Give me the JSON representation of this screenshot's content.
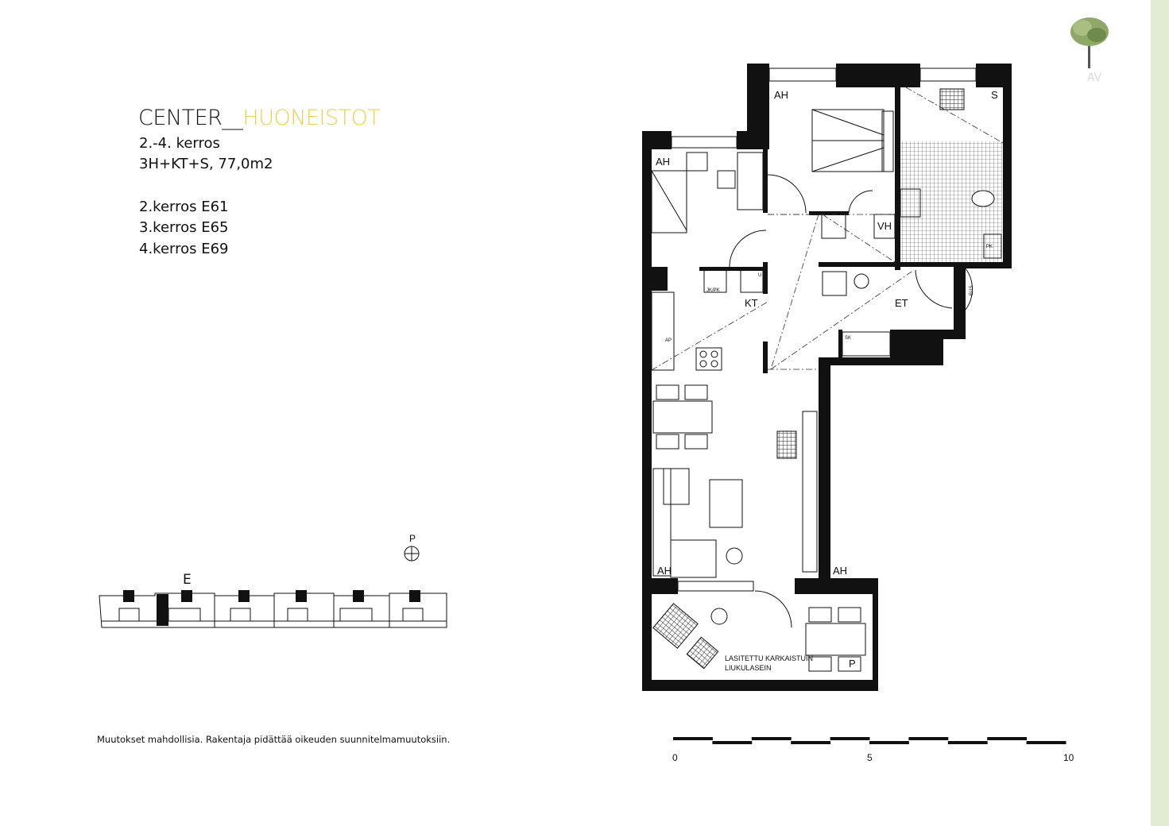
{
  "header": {
    "title_part1": "CENTER__",
    "title_part2": "HUONEISTOT",
    "floors": "2.-4.  kerros",
    "type_area": "3H+KT+S,  77,0m2",
    "apartments": [
      "2.kerros  E61",
      "3.kerros  E65",
      "4.kerros  E69"
    ]
  },
  "logo": {
    "text": "AV",
    "icon": "tree-icon"
  },
  "disclaimer": "Muutokset mahdollisia. Rakentaja pidättää oikeuden suunnitelmamuutoksiin.",
  "site_plan": {
    "stair_label": "E",
    "north_label": "P"
  },
  "floor_plan": {
    "rooms": {
      "bedroom_master": "AH",
      "bathroom": "S",
      "bedroom_small": "AH",
      "wardrobe": "VH",
      "kitchen": "KT",
      "hall": "ET",
      "living": "AH",
      "living_right": "AH"
    },
    "small_labels": {
      "jkpk": "JK/PK",
      "u": "U",
      "ap": "AP",
      "sk": "SK",
      "ei15": "EI15",
      "pk": "PK"
    },
    "balcony_note": [
      "LASITETTU KARKAISTUIN",
      "LIUKULASEIN"
    ],
    "balcony_label": "P"
  },
  "scale_bar": {
    "labels": [
      "0",
      "5",
      "10"
    ],
    "unit_max": 10
  },
  "colors": {
    "accent": "#e8d44d",
    "strip": "#e2ecd3"
  }
}
